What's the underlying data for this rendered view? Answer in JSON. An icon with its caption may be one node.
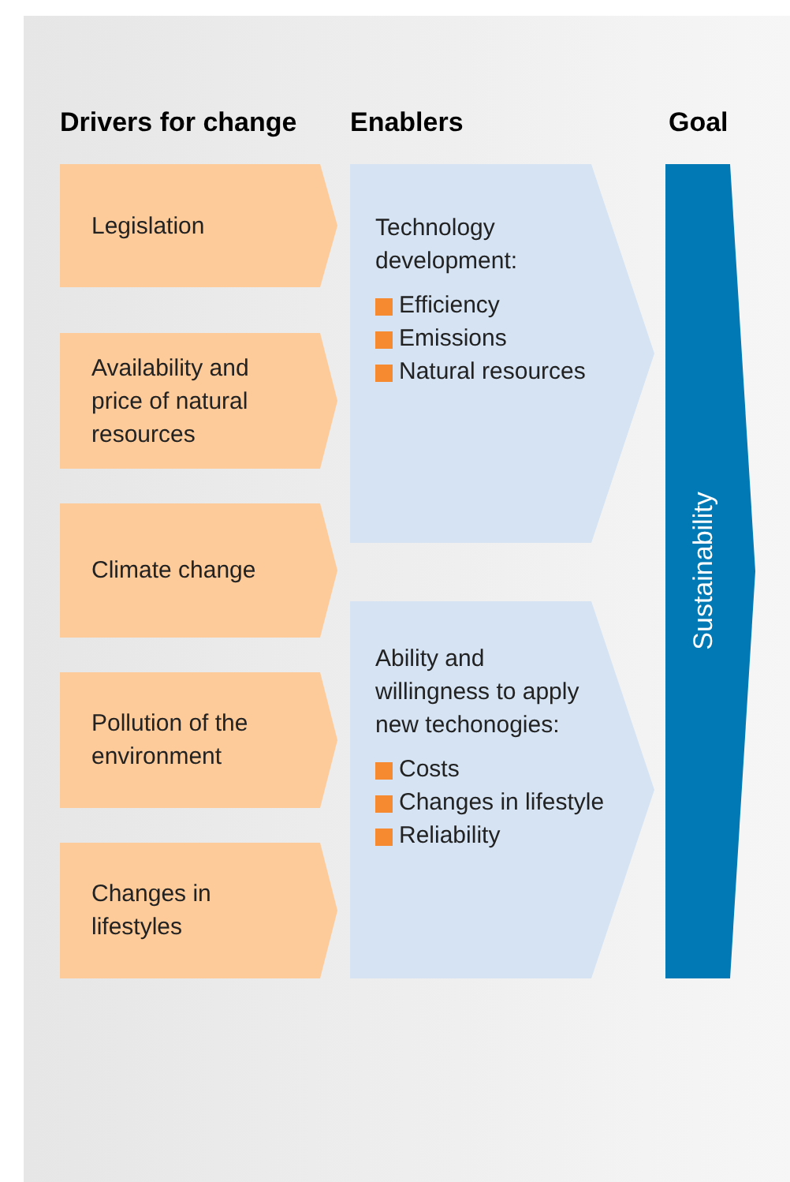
{
  "diagram": {
    "nodes": [
      {
        "text": [
          "Legislation"
        ]
      },
      {
        "text": [
          "Availability and price of natural resources"
        ]
      },
      {
        "text": [
          "Climate change"
        ]
      },
      {
        "text": [
          "Pollution of the environment"
        ]
      },
      {
        "text": [
          "Changes in lifestyles"
        ]
      },
      {
        "text": [
          "Technology development:",
          "Efficiency",
          "Emissions",
          "Natural resources"
        ]
      },
      {
        "text": [
          "Ability and willingness to apply new techonogies:",
          "Costs",
          "Changes in lifestyle",
          "Reliability"
        ]
      },
      {
        "text": [
          "Sustainability"
        ]
      }
    ],
    "edges": [],
    "labels": [
      "Drivers for change",
      "Enablers",
      "Goal"
    ]
  }
}
